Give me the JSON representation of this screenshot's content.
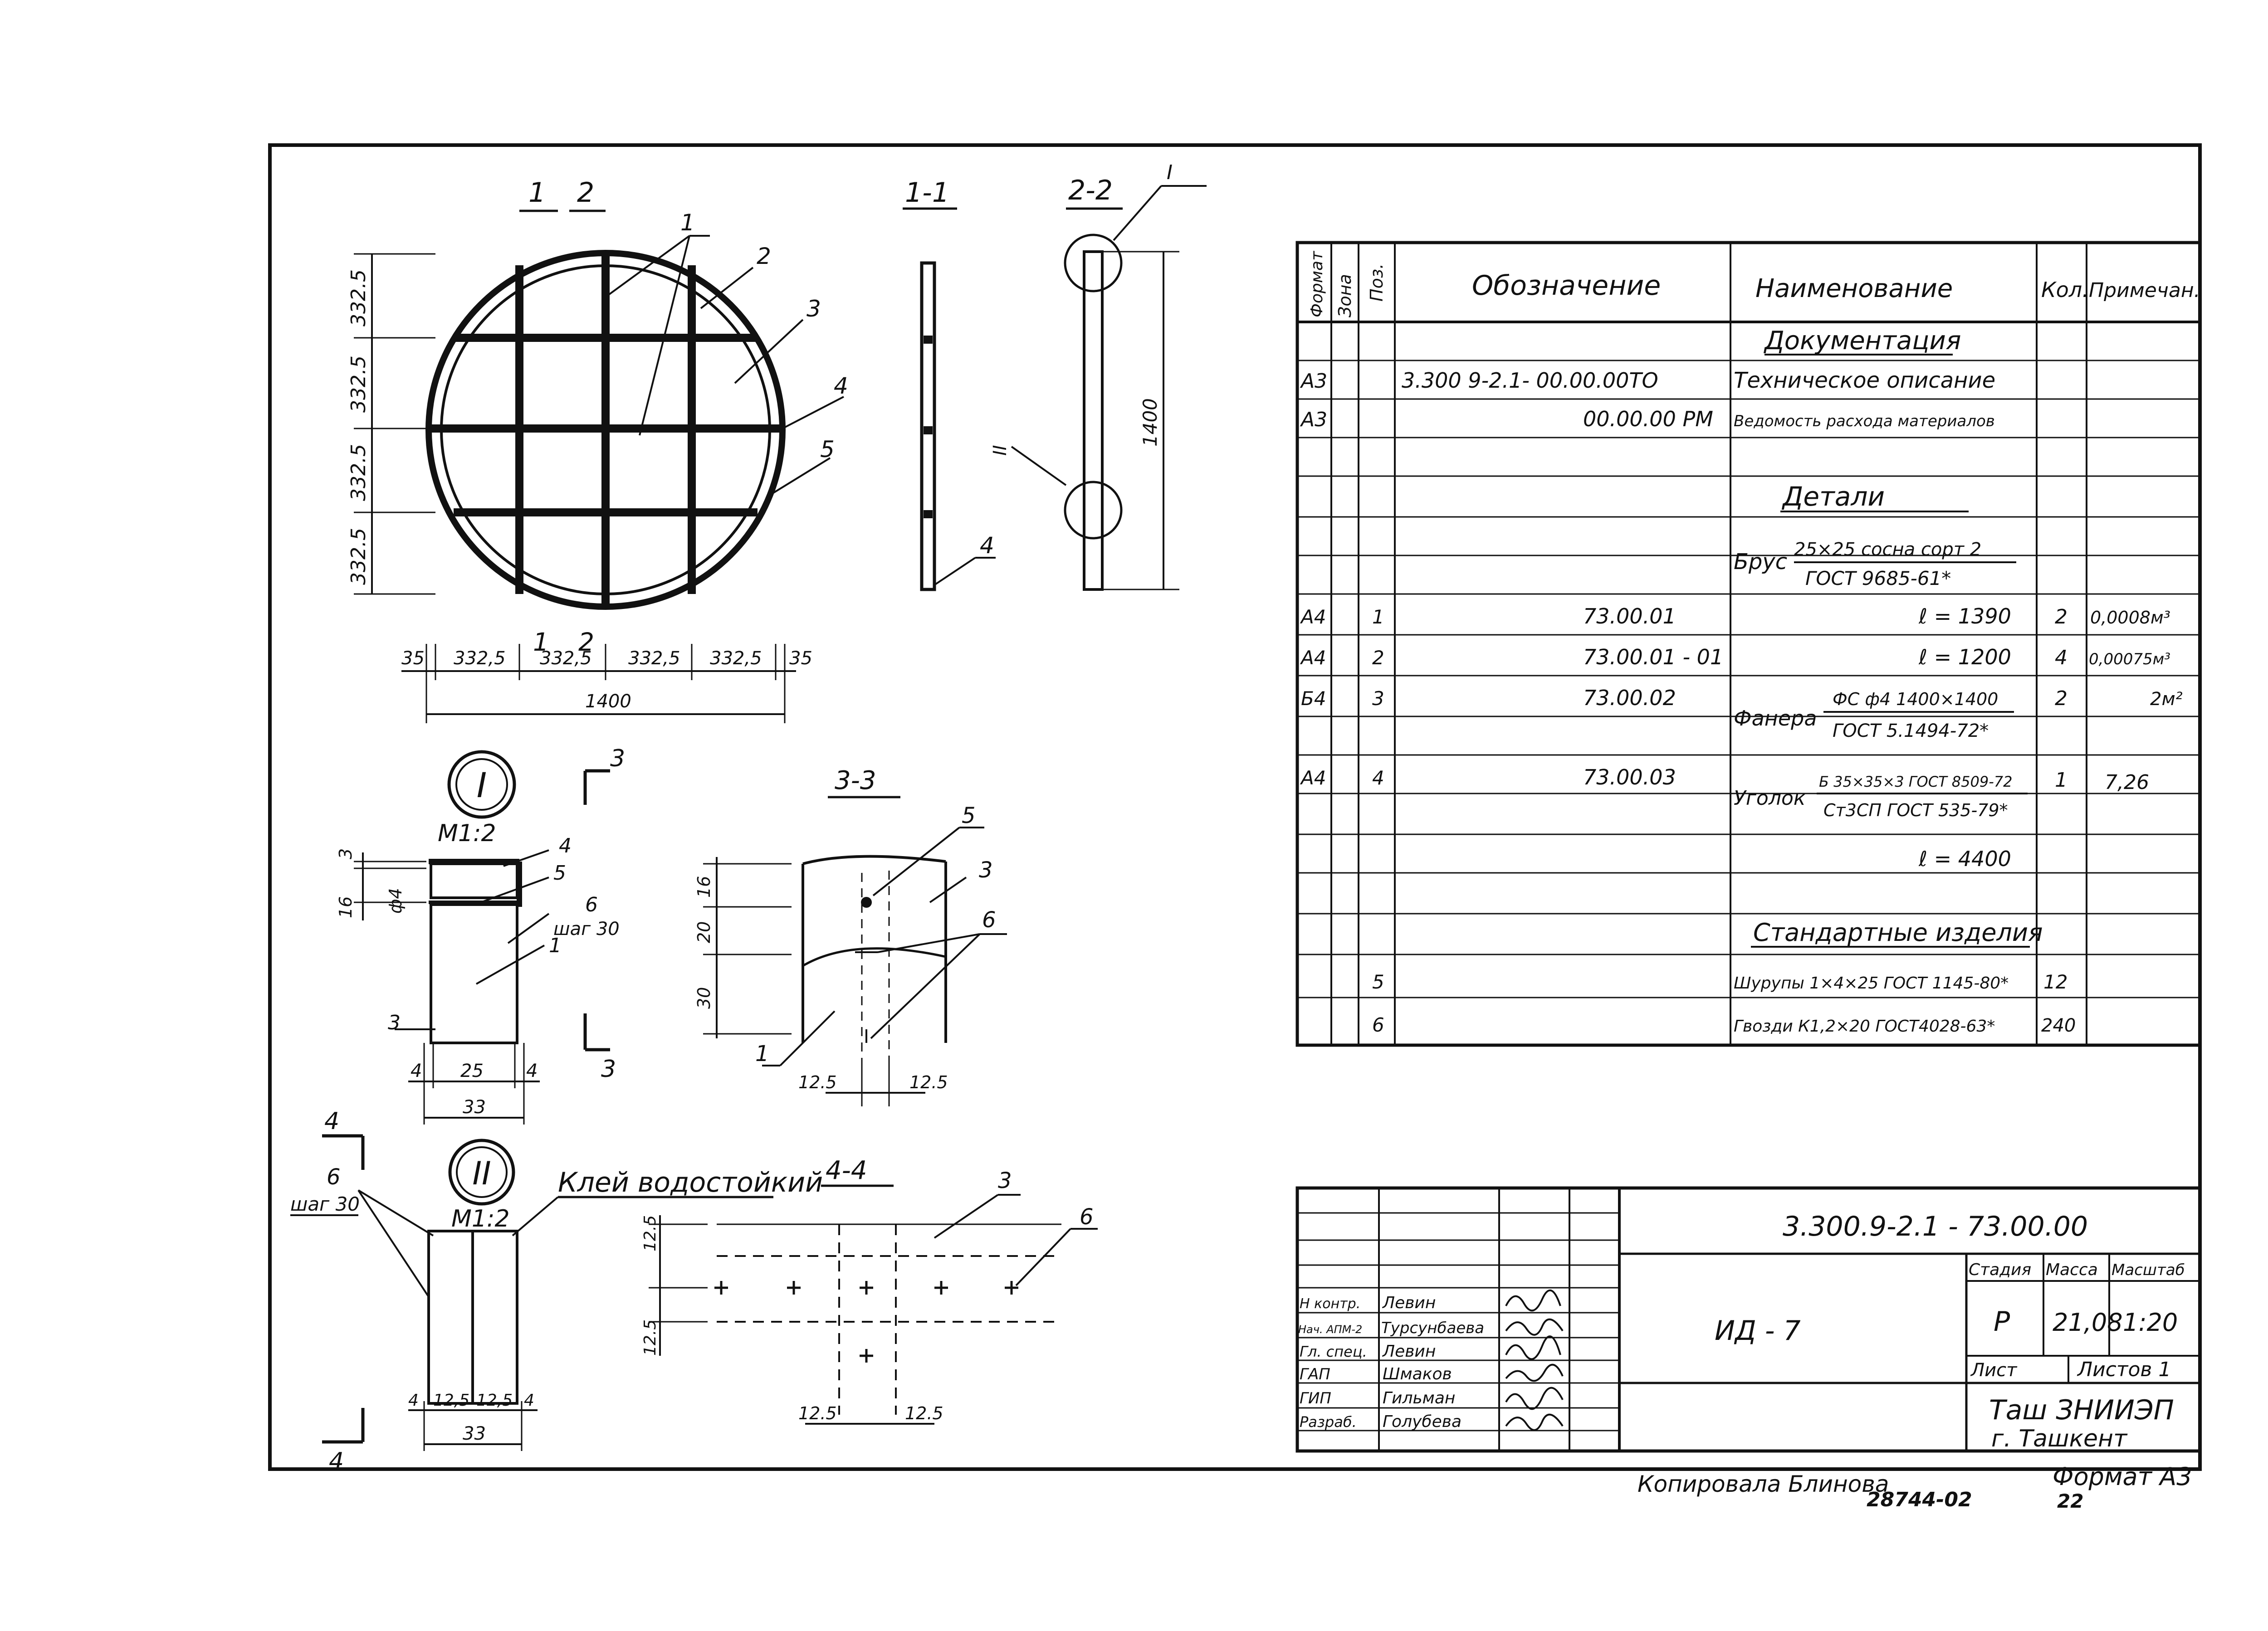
{
  "views": {
    "plan": {
      "marks": [
        "1",
        "2",
        "1",
        "2"
      ],
      "pos_labels": [
        "1",
        "2",
        "3",
        "4",
        "5"
      ],
      "dims_vert": [
        "332.5",
        "332.5",
        "332.5",
        "332.5"
      ],
      "dims_horiz": [
        "35",
        "332,5",
        "332,5",
        "332,5",
        "332,5",
        "35"
      ],
      "total_width": "1400"
    },
    "section_1_1": {
      "title": "1-1",
      "pos_label": "4"
    },
    "section_2_2": {
      "title": "2-2",
      "callout_top": "I",
      "callout_mid": "II",
      "height_dim": "1400"
    },
    "detail_I": {
      "roman": "I",
      "scale": "M1:2",
      "cut_mark": "3",
      "pos_labels": [
        "4",
        "5",
        "6",
        "1",
        "3"
      ],
      "step": "шаг 30",
      "dims_left": [
        "3",
        "16",
        "ф4"
      ],
      "dims_bottom": [
        "4",
        "25",
        "4"
      ],
      "total": "33"
    },
    "section_3_3": {
      "title": "3-3",
      "pos_labels": [
        "5",
        "3",
        "6",
        "1"
      ],
      "dims_left": [
        "16",
        "20",
        "30"
      ],
      "dims_bottom": [
        "12.5",
        "12.5"
      ]
    },
    "detail_II": {
      "roman": "II",
      "scale": "M1:2",
      "cut_mark": "4",
      "glue": "Клей водостойкий",
      "pos_label": "6",
      "step": "шаг 30",
      "dims_bottom": [
        "4",
        "12,5",
        "12,5",
        "4"
      ],
      "total": "33"
    },
    "section_4_4": {
      "title": "4-4",
      "pos_labels": [
        "3",
        "6"
      ],
      "dims_left": [
        "12.5",
        "12.5"
      ],
      "dims_bottom": [
        "12.5",
        "12.5"
      ]
    }
  },
  "spec": {
    "headers": {
      "format": "Формат",
      "zone": "Зона",
      "pos": "Поз.",
      "designation": "Обозначение",
      "name": "Наименование",
      "qty": "Кол.",
      "note": "Примечан."
    },
    "sections": {
      "documentation": "Документация",
      "details": "Детали",
      "standard": "Стандартные изделия"
    },
    "rows": {
      "tech_desc": {
        "format": "А3",
        "designation": "3.300 9-2.1- 00.00.00ТО",
        "name": "Техническое описание"
      },
      "materials": {
        "format": "А3",
        "designation": "00.00.00 РМ",
        "name": "Ведомость расхода материалов"
      },
      "brus": {
        "name_main": "Брус",
        "name_top": "25×25 сосна сорт 2",
        "name_bottom": "ГОСТ 9685-61*"
      },
      "p1": {
        "format": "А4",
        "pos": "1",
        "designation": "73.00.01",
        "name": "ℓ = 1390",
        "qty": "2",
        "note": "0,0008м³"
      },
      "p2": {
        "format": "А4",
        "pos": "2",
        "designation": "73.00.01 - 01",
        "name": "ℓ = 1200",
        "qty": "4",
        "note": "0,00075м³"
      },
      "p3": {
        "format": "Б4",
        "pos": "3",
        "designation": "73.00.02",
        "name_main": "Фанера",
        "name_top": "ФС ф4 1400×1400",
        "name_bottom": "ГОСТ 5.1494-72*",
        "qty": "2",
        "note": "2м²"
      },
      "p4": {
        "format": "А4",
        "pos": "4",
        "designation": "73.00.03",
        "name_main": "Уголок",
        "name_top": "Б 35×35×3 ГОСТ 8509-72",
        "name_bottom": "Ст3СП ГОСТ 535-79*",
        "qty": "1",
        "note": "7,26"
      },
      "p4_len": {
        "name": "ℓ = 4400"
      },
      "p5": {
        "pos": "5",
        "name": "Шурупы 1×4×25 ГОСТ 1145-80*",
        "qty": "12"
      },
      "p6": {
        "pos": "6",
        "name": "Гвозди К1,2×20 ГОСТ4028-63*",
        "qty": "240"
      }
    }
  },
  "titleblock": {
    "code": "3.300.9-2.1 - 73.00.00",
    "item": "ИД - 7",
    "stage_label": "Стадия",
    "mass_label": "Масса",
    "scale_label": "Масштаб",
    "stage": "Р",
    "mass": "21,08",
    "scale": "1:20",
    "sheet_label": "Лист",
    "sheets_label": "Листов 1",
    "org": "Таш ЗНИИЭП",
    "city": "г. Ташкент",
    "people": [
      {
        "role": "Н контр.",
        "name": "Левин"
      },
      {
        "role": "Нач. АПМ-2",
        "name": "Турсунбаева"
      },
      {
        "role": "Гл. спец.",
        "name": "Левин"
      },
      {
        "role": "ГАП",
        "name": "Шмаков"
      },
      {
        "role": "ГИП",
        "name": "Гильман"
      },
      {
        "role": "Разраб.",
        "name": "Голубева"
      }
    ]
  },
  "footer": {
    "copied": "Копировала Блинова",
    "number": "28744-02",
    "number2": "22",
    "format": "Формат А3"
  },
  "colors": {
    "ink": "#111111",
    "paper": "#ffffff"
  }
}
